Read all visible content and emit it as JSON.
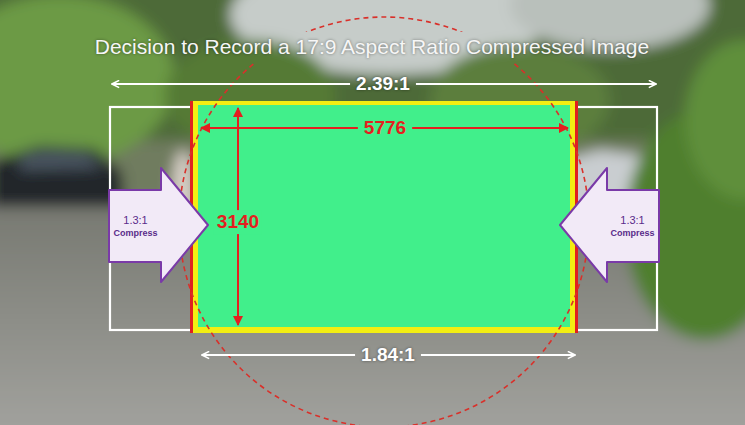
{
  "diagram": {
    "title": "Decision to Record a 17:9 Aspect Ratio Compressed Image",
    "nodes": [
      {
        "text": [
          "1.3:1",
          "Compress"
        ]
      },
      {
        "text": [
          "1.3:1",
          "Compress"
        ]
      }
    ],
    "labels": [
      "2.39:1",
      "5776",
      "3140",
      "1.84:1"
    ]
  }
}
